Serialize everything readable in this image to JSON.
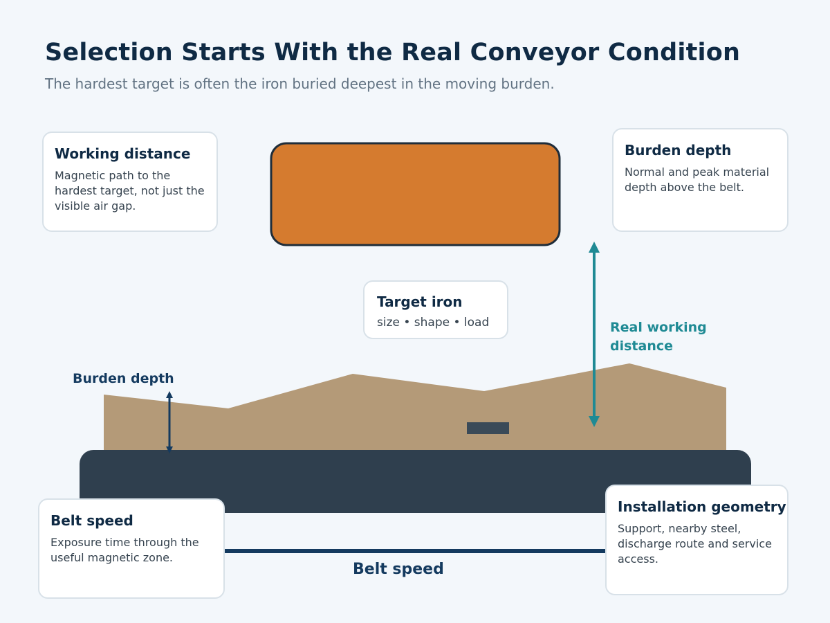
{
  "title": "Selection Starts With the Real Conveyor Condition",
  "subtitle": "The hardest target is often the iron buried deepest in the moving burden.",
  "cards": {
    "working_distance": {
      "title": "Working distance",
      "body": "Magnetic path to the hardest target, not just the visible air gap."
    },
    "burden_depth": {
      "title": "Burden depth",
      "body": "Normal and peak material depth above the belt."
    },
    "target_iron": {
      "title": "Target iron",
      "body": "size • shape • load"
    },
    "belt_speed": {
      "title": "Belt speed",
      "body": "Exposure time through the useful magnetic zone."
    },
    "installation_geometry": {
      "title": "Installation geometry",
      "body": "Support, nearby steel, discharge route and service access."
    }
  },
  "labels": {
    "burden_depth": "Burden depth",
    "real_working_distance": "Real working distance",
    "belt_speed": "Belt speed"
  },
  "colors": {
    "magnet": "#d57b2f",
    "outline": "#1f2d3a",
    "burden": "#b49a78",
    "belt": "#2f3f4e",
    "iron": "#3a4a58",
    "navy": "#143a5f",
    "teal": "#1f8a94",
    "background": "#f3f7fb"
  }
}
